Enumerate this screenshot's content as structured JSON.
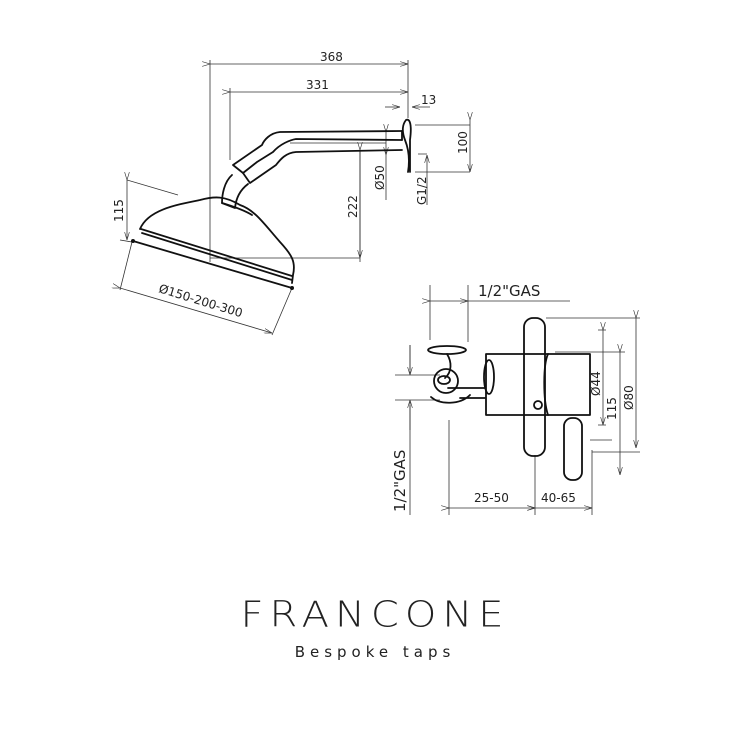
{
  "shower_arm_drawing": {
    "dims": {
      "width_total": "368",
      "width_arm": "331",
      "plate_offset": "13",
      "plate_height": "100",
      "arm_diameter": "Ø50",
      "thread": "G1/2",
      "drop": "222",
      "head_height": "115",
      "head_diameter": "Ø150-200-300"
    }
  },
  "valve_drawing": {
    "dims": {
      "inlet_top": "1/2\"GAS",
      "inlet_side": "1/2\"GAS",
      "body_diameter": "Ø44",
      "height": "115",
      "plate_diameter": "Ø80",
      "depth_1": "25-50",
      "depth_2": "40-65"
    }
  },
  "brand": {
    "name": "FRANCONE",
    "tagline": "Bespoke taps"
  }
}
